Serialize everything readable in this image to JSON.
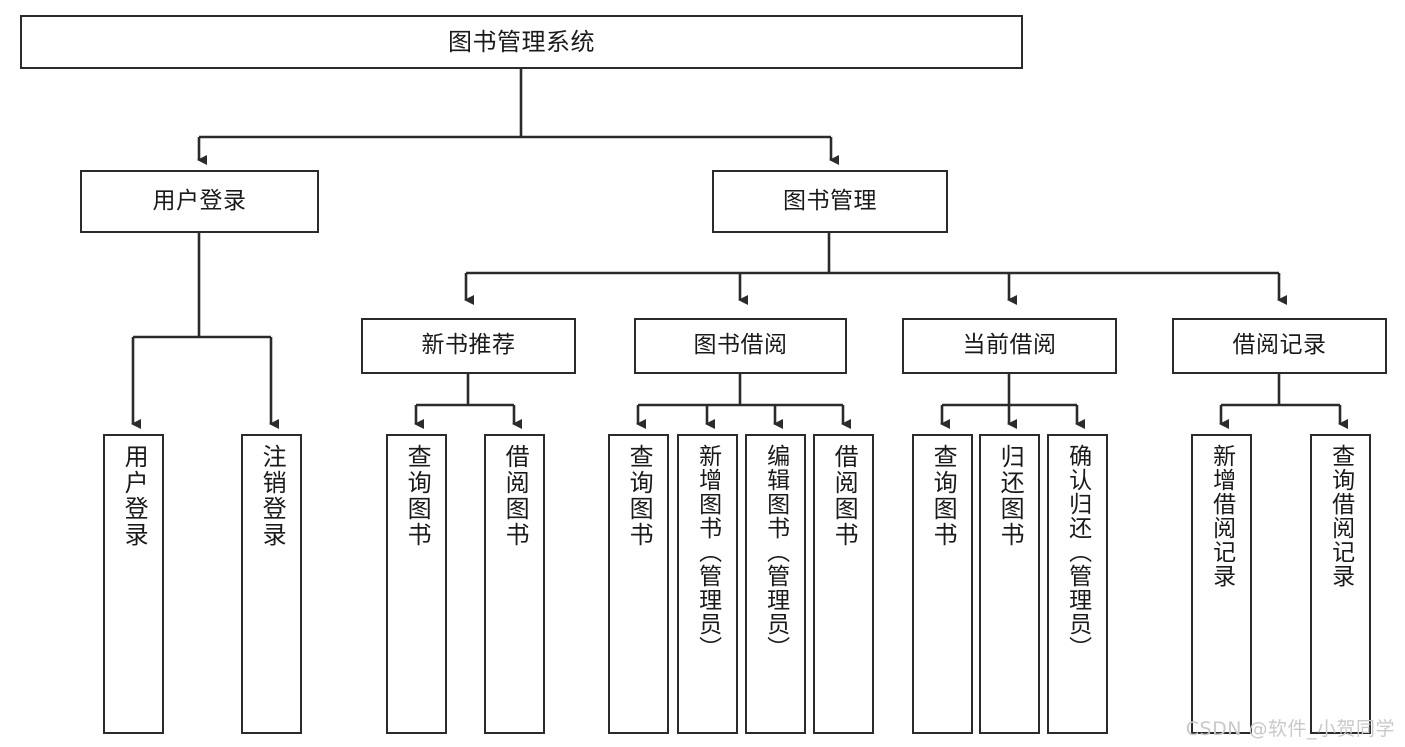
{
  "diagram": {
    "title": "图书管理系统",
    "type": "tree-hierarchy",
    "colors": {
      "box_border": "#2b2b2b",
      "box_fill": "#ffffff",
      "edge": "#2b2b2b",
      "text": "#1a1a1a",
      "watermark": "#c9c9c9"
    },
    "root": {
      "label": "图书管理系统"
    },
    "level2": [
      {
        "label": "用户登录"
      },
      {
        "label": "图书管理"
      }
    ],
    "level3": [
      {
        "label": "新书推荐"
      },
      {
        "label": "图书借阅"
      },
      {
        "label": "当前借阅"
      },
      {
        "label": "借阅记录"
      }
    ],
    "leaves": {
      "user_login": [
        {
          "label": "用户登录"
        },
        {
          "label": "注销登录"
        }
      ],
      "new_book_recommend": [
        {
          "label": "查询图书"
        },
        {
          "label": "借阅图书"
        }
      ],
      "book_borrow": [
        {
          "label": "查询图书"
        },
        {
          "label": "新增图书（管理员）"
        },
        {
          "label": "编辑图书（管理员）"
        },
        {
          "label": "借阅图书"
        }
      ],
      "current_borrow": [
        {
          "label": "查询图书"
        },
        {
          "label": "归还图书"
        },
        {
          "label": "确认归还（管理员）"
        }
      ],
      "borrow_record": [
        {
          "label": "新增借阅记录"
        },
        {
          "label": "查询借阅记录"
        }
      ]
    },
    "watermark": "CSDN @软件_小贺同学"
  }
}
